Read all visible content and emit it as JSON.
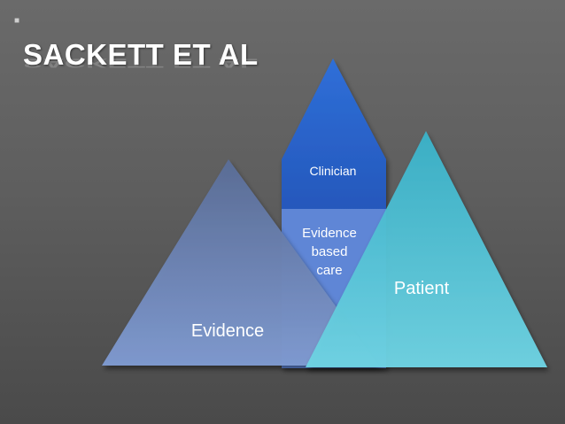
{
  "slide": {
    "title": "SACKETT ET AL"
  },
  "diagram": {
    "top_triangle": {
      "label": "Clinician",
      "colors": {
        "top": "#2f6fd8",
        "bottom": "#1a3f9e",
        "stroke": "#5a8fe8"
      }
    },
    "middle_band": {
      "lines": [
        "Evidence",
        "based",
        "care"
      ],
      "color": "#5f86d6"
    },
    "left_triangle": {
      "label": "Evidence",
      "colors": {
        "top": "#5a6d96",
        "bottom": "#7f9ad0"
      }
    },
    "right_triangle": {
      "label": "Patient",
      "colors": {
        "top": "#3ab1c8",
        "bottom": "#6fd3e3"
      }
    },
    "label_color": "#ffffff"
  }
}
